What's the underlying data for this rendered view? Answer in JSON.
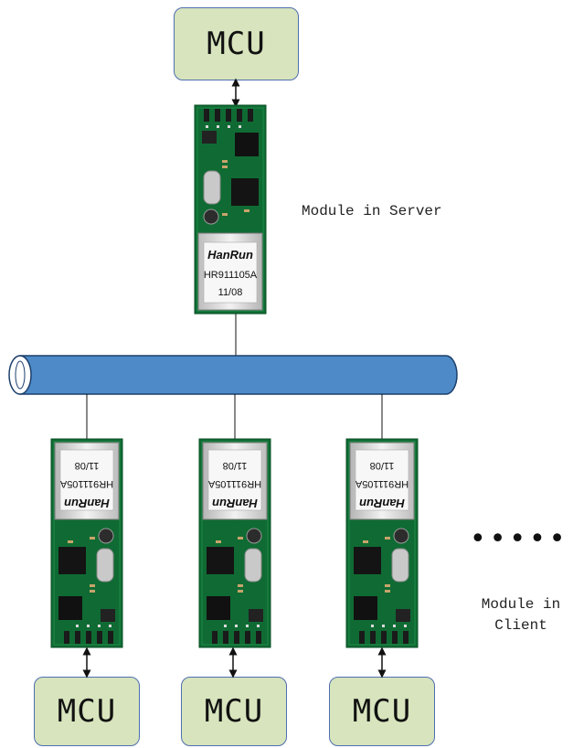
{
  "server": {
    "mcu_label": "MCU",
    "caption": "Module in Server",
    "jack": {
      "brand": "HanRun",
      "part": "HR911105A",
      "date": "11/08"
    }
  },
  "clients": [
    {
      "mcu_label": "MCU",
      "jack": {
        "brand": "HanRun",
        "part": "HR911105A",
        "date": "11/08"
      }
    },
    {
      "mcu_label": "MCU",
      "jack": {
        "brand": "HanRun",
        "part": "HR911105A",
        "date": "11/08"
      }
    },
    {
      "mcu_label": "MCU",
      "jack": {
        "brand": "HanRun",
        "part": "HR911105A",
        "date": "11/08"
      }
    }
  ],
  "client_caption_line1": "Module in",
  "client_caption_line2": "Client",
  "ellipsis": "••••••",
  "colors": {
    "mcu_fill": "#d7e4bd",
    "mcu_border": "#4f6fae",
    "bus_fill": "#4e8ac8",
    "pcb": "#0f6b33"
  }
}
